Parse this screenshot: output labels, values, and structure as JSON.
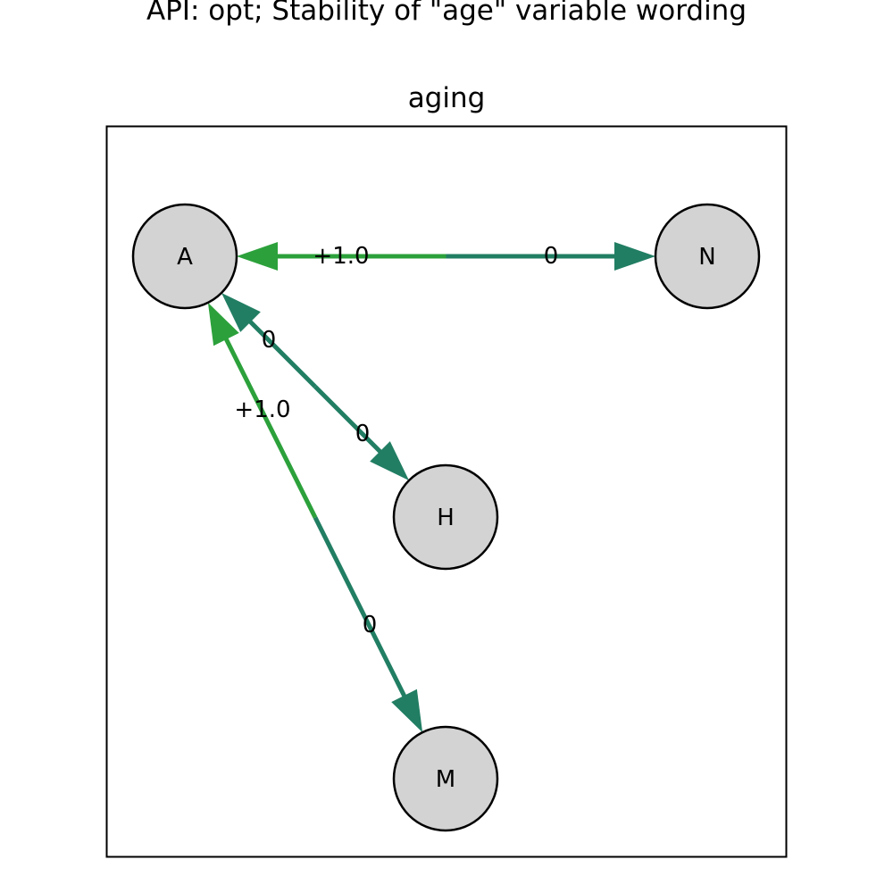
{
  "figure": {
    "title": "API: opt; Stability of \"age\" variable wording",
    "subtitle": "aging"
  },
  "colors": {
    "positive": "#2ca13b",
    "neutral": "#217e63",
    "node_fill": "#d3d3d3",
    "node_stroke": "#000000"
  },
  "nodes": [
    {
      "id": "A",
      "label": "A"
    },
    {
      "id": "N",
      "label": "N"
    },
    {
      "id": "H",
      "label": "H"
    },
    {
      "id": "M",
      "label": "M"
    }
  ],
  "edges": [
    {
      "from": "N",
      "to": "A",
      "label_from": "0",
      "label_to": "+1.0",
      "color_from": "neutral",
      "color_to": "positive"
    },
    {
      "from": "H",
      "to": "A",
      "label_from": "0",
      "label_to": "0",
      "color_from": "neutral",
      "color_to": "neutral"
    },
    {
      "from": "M",
      "to": "A",
      "label_from": "0",
      "label_to": "+1.0",
      "color_from": "neutral",
      "color_to": "positive"
    }
  ]
}
